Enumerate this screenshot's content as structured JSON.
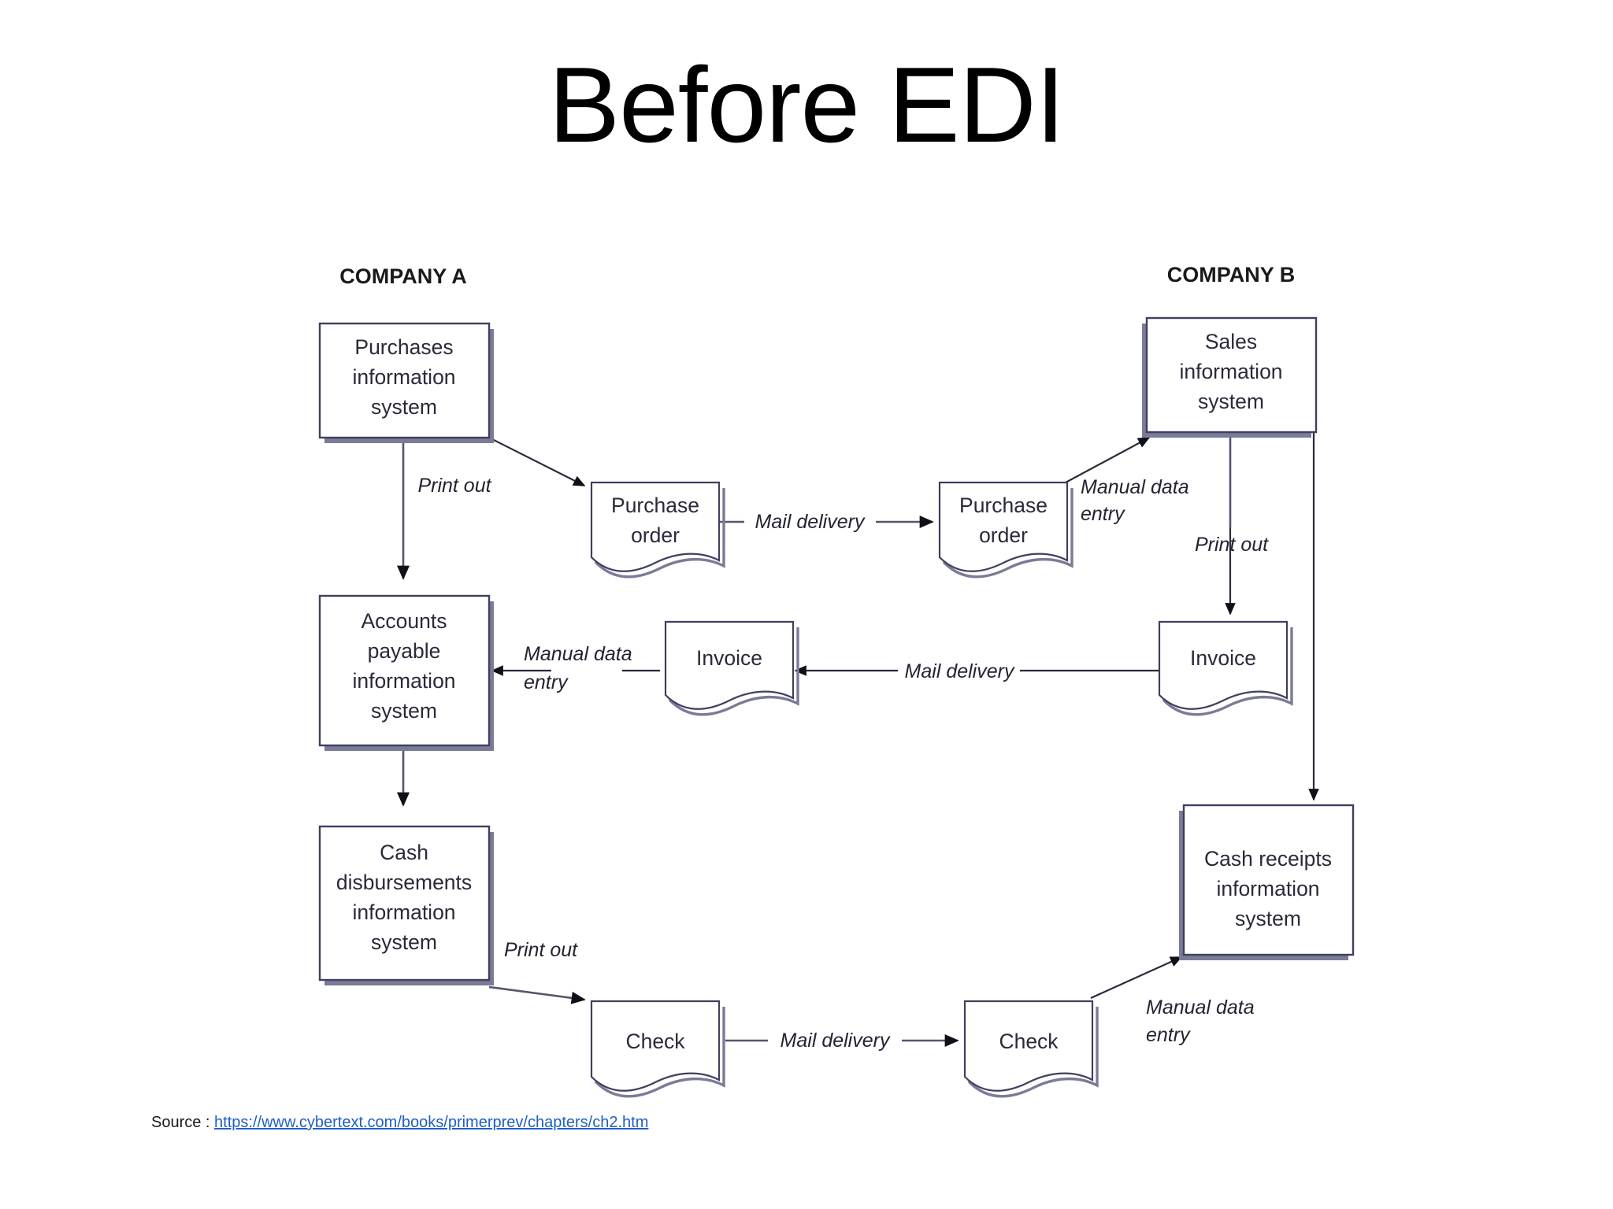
{
  "slide": {
    "title": "Before EDI"
  },
  "diagram": {
    "type": "flowchart",
    "columns": [
      {
        "id": "company-a",
        "label": "COMPANY A"
      },
      {
        "id": "company-b",
        "label": "COMPANY B"
      }
    ],
    "nodes": [
      {
        "id": "purchases-is",
        "shape": "process",
        "column": "company-a",
        "lines": [
          "Purchases",
          "information",
          "system"
        ]
      },
      {
        "id": "accounts-payable-is",
        "shape": "process",
        "column": "company-a",
        "lines": [
          "Accounts",
          "payable",
          "information",
          "system"
        ]
      },
      {
        "id": "cash-disbursements-is",
        "shape": "process",
        "column": "company-a",
        "lines": [
          "Cash",
          "disbursements",
          "information",
          "system"
        ]
      },
      {
        "id": "sales-is",
        "shape": "process",
        "column": "company-b",
        "lines": [
          "Sales",
          "information",
          "system"
        ]
      },
      {
        "id": "cash-receipts-is",
        "shape": "process",
        "column": "company-b",
        "lines": [
          "Cash receipts",
          "information",
          "system"
        ]
      },
      {
        "id": "purchase-order-a",
        "shape": "document",
        "column": "company-a",
        "lines": [
          "Purchase",
          "order"
        ]
      },
      {
        "id": "purchase-order-b",
        "shape": "document",
        "column": "company-b",
        "lines": [
          "Purchase",
          "order"
        ]
      },
      {
        "id": "invoice-a",
        "shape": "document",
        "column": "company-a",
        "lines": [
          "Invoice"
        ]
      },
      {
        "id": "invoice-b",
        "shape": "document",
        "column": "company-b",
        "lines": [
          "Invoice"
        ]
      },
      {
        "id": "check-a",
        "shape": "document",
        "column": "company-a",
        "lines": [
          "Check"
        ]
      },
      {
        "id": "check-b",
        "shape": "document",
        "column": "company-b",
        "lines": [
          "Check"
        ]
      }
    ],
    "edges": [
      {
        "id": "e1",
        "from": "purchases-is",
        "to": "purchase-order-a",
        "label": "Print out"
      },
      {
        "id": "e2",
        "from": "purchase-order-a",
        "to": "purchase-order-b",
        "label": "Mail delivery"
      },
      {
        "id": "e3",
        "from": "purchase-order-b",
        "to": "sales-is",
        "label": "Manual data entry",
        "label_lines": [
          "Manual data",
          "entry"
        ]
      },
      {
        "id": "e4",
        "from": "purchases-is",
        "to": "accounts-payable-is",
        "label": ""
      },
      {
        "id": "e5",
        "from": "sales-is",
        "to": "invoice-b",
        "label": "Print out"
      },
      {
        "id": "e6",
        "from": "invoice-b",
        "to": "invoice-a",
        "label": "Mail delivery"
      },
      {
        "id": "e7",
        "from": "invoice-a",
        "to": "accounts-payable-is",
        "label": "Manual data entry",
        "label_lines": [
          "Manual data",
          "entry"
        ]
      },
      {
        "id": "e8",
        "from": "accounts-payable-is",
        "to": "cash-disbursements-is",
        "label": ""
      },
      {
        "id": "e9",
        "from": "cash-disbursements-is",
        "to": "check-a",
        "label": "Print out"
      },
      {
        "id": "e10",
        "from": "check-a",
        "to": "check-b",
        "label": "Mail delivery"
      },
      {
        "id": "e11",
        "from": "check-b",
        "to": "cash-receipts-is",
        "label": "Manual data entry",
        "label_lines": [
          "Manual data",
          "entry"
        ]
      },
      {
        "id": "e12",
        "from": "sales-is",
        "to": "cash-receipts-is",
        "label": ""
      }
    ],
    "labels": {
      "print_out": "Print out",
      "mail_delivery": "Mail delivery",
      "manual_data_entry_l1": "Manual data",
      "manual_data_entry_l2": "entry"
    },
    "colors": {
      "box_stroke": "#3f3f5f",
      "shadow": "#7b7b98",
      "line": "#55556f",
      "text": "#2a2a3a"
    }
  },
  "source": {
    "label": "Source :",
    "url_text": "https://www.cybertext.com/books/primerprev/chapters/ch2.htm",
    "link_color": "#1f5fc4"
  }
}
